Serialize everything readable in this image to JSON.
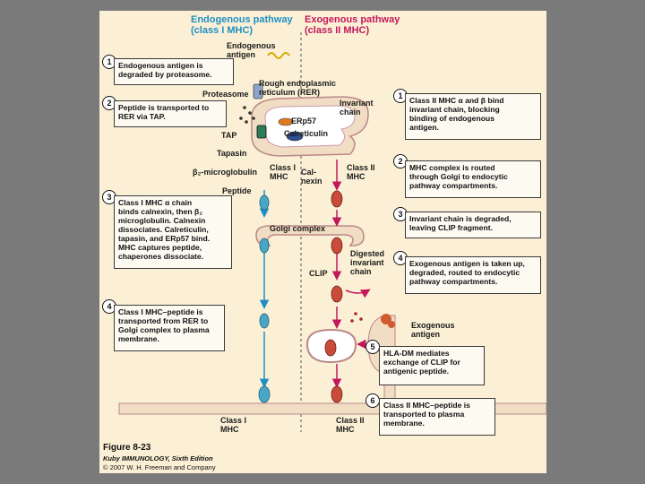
{
  "headers": {
    "endogenous_line1": "Endogenous pathway",
    "endogenous_line2": "(class I MHC)",
    "exogenous_line1": "Exogenous pathway",
    "exogenous_line2": "(class II MHC)"
  },
  "labels": {
    "endogenous_antigen": "Endogenous\nantigen",
    "rer": "Rough endoplasmic\nreticulum (RER)",
    "proteasome": "Proteasome",
    "invariant_chain": "Invariant\nchain",
    "erp57": "ERp57",
    "tap": "TAP",
    "calreticulin": "Calreticulin",
    "tapasin": "Tapasin",
    "b2_microglobulin": "β₂-microglobulin",
    "class_i_mhc": "Class I\nMHC",
    "calnexin": "Cal-\nnexin",
    "class_ii_mhc": "Class II\nMHC",
    "peptide": "Peptide",
    "golgi_complex": "Golgi complex",
    "digested_invariant_chain": "Digested\ninvariant\nchain",
    "clip": "CLIP",
    "exogenous_antigen": "Exogenous\nantigen",
    "class_i_mhc_bottom": "Class I\nMHC",
    "class_ii_mhc_bottom": "Class II\nMHC"
  },
  "left_steps": [
    {
      "num": "1",
      "text": "Endogenous antigen is\ndegraded by proteasome."
    },
    {
      "num": "2",
      "text": "Peptide is transported to\nRER via TAP."
    },
    {
      "num": "3",
      "text": "Class I MHC α chain\nbinds calnexin, then β₂\nmicroglobulin. Calnexin\ndissociates. Calreticulin,\ntapasin, and ERp57 bind.\nMHC captures peptide,\nchaperones dissociate."
    },
    {
      "num": "4",
      "text": "Class I MHC–peptide is\ntransported from RER to\nGolgi complex to plasma\nmembrane."
    }
  ],
  "right_steps": [
    {
      "num": "1",
      "text": "Class II MHC α and β bind\ninvariant chain, blocking\nbinding of endogenous\nantigen."
    },
    {
      "num": "2",
      "text": "MHC complex is routed\nthrough Golgi to endocytic\npathway compartments."
    },
    {
      "num": "3",
      "text": "Invariant chain is degraded,\nleaving CLIP fragment."
    },
    {
      "num": "4",
      "text": "Exogenous antigen is taken up,\ndegraded, routed to endocytic\npathway compartments."
    },
    {
      "num": "5",
      "text": "HLA-DM mediates\nexchange of CLIP for\nantigenic peptide."
    },
    {
      "num": "6",
      "text": "Class II MHC–peptide is\ntransported to plasma\nmembrane."
    }
  ],
  "caption": {
    "figure": "Figure 8-23",
    "book": "Kuby IMMUNOLOGY, Sixth Edition",
    "copyright": "© 2007 W. H. Freeman and Company"
  },
  "colors": {
    "background": "#7a7a7a",
    "panel": "#fbf0d5",
    "endogenous": "#1f8fc4",
    "exogenous": "#c2185b",
    "membrane": "#f1dcc4",
    "cell_interior": "#ffffff"
  }
}
